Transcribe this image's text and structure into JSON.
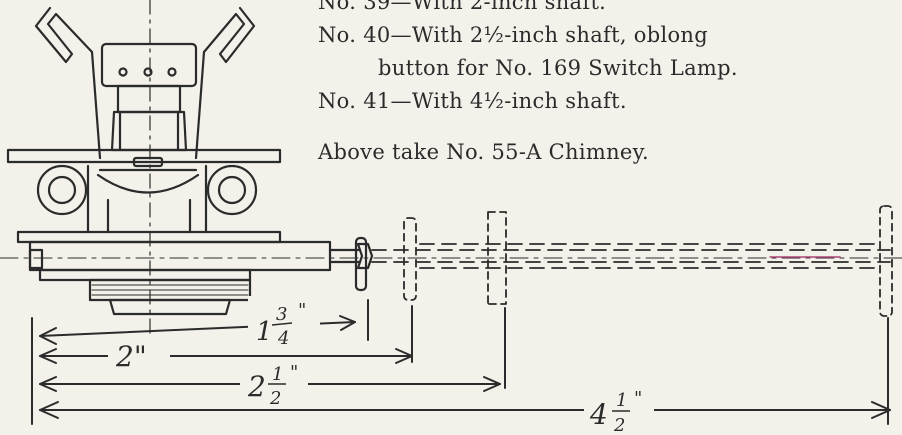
{
  "text": {
    "line1": "No. 39—With 2-inch shaft.",
    "line2": "No. 40—With 2½-inch shaft, oblong",
    "line3": "button for No. 169 Switch Lamp.",
    "line4": "No. 41—With 4½-inch shaft.",
    "line5": "Above take No. 55-A Chimney."
  },
  "dimensions": {
    "d1_whole": "1",
    "d1_num": "3",
    "d1_den": "4",
    "d1_mark": "\"",
    "d2": "2\"",
    "d3_whole": "2",
    "d3_num": "1",
    "d3_den": "2",
    "d3_mark": "\"",
    "d4_whole": "4",
    "d4_num": "1",
    "d4_den": "2",
    "d4_mark": "\""
  }
}
